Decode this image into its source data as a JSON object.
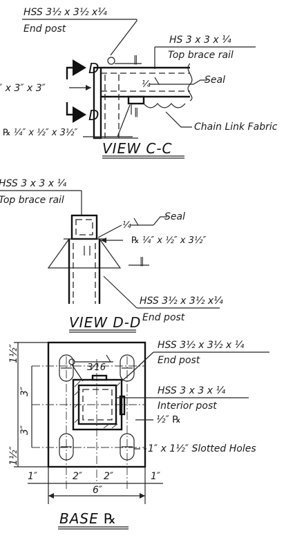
{
  "view_cc": {
    "end_post": "HSS 3½ x 3½ x¼",
    "end_post_sub": "End post",
    "section_mark_top": "D",
    "section_mark_bottom": "D",
    "top_rail": "HS 3 x 3 x ¼",
    "top_rail_sub": "Top brace rail",
    "dim_3x3": "″ x 3″ x 3″",
    "weld_size": "¼",
    "seal": "Seal",
    "plate": "℞ ¼″ x ½″ x 3½″",
    "fabric": "Chain Link Fabric",
    "title": "VIEW C-C"
  },
  "view_dd": {
    "top_rail": "HSS 3 x 3 x ¼",
    "top_rail_sub": "Top brace rail",
    "weld_size": "¼",
    "seal": "Seal",
    "plate": "℞ ¼″ x ½″ x 3½″",
    "end_post": "HSS 3½ x 3½ x¼",
    "end_post_sub": "End post",
    "title": "VIEW D-D"
  },
  "base": {
    "end_post": "HSS 3½ x 3½ x ¼",
    "end_post_sub": "End post",
    "weld_size": "3⁄16",
    "interior_post": "HSS 3 x 3 x ¼",
    "interior_post_sub": "Interior post",
    "plate_thk": "½″ ℞",
    "slotted_holes": "1″ x 1½″ Slotted Holes",
    "dim_v": [
      "1½″",
      "3″",
      "3″",
      "1½″"
    ],
    "dim_h": [
      "1″",
      "2″",
      "2″",
      "1″"
    ],
    "dim_total": "6″",
    "title": "BASE ℞"
  }
}
